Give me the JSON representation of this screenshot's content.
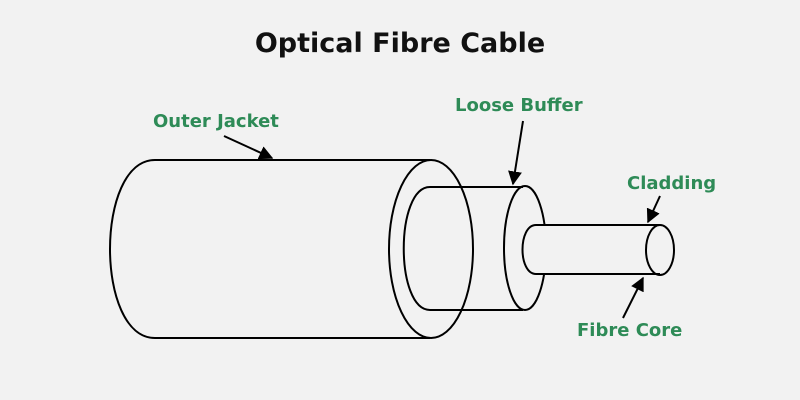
{
  "title": "Optical Fibre Cable",
  "colors": {
    "background": "#f2f2f2",
    "label": "#2e8b57",
    "outline": "#000000",
    "title": "#111111"
  },
  "labels": {
    "outer_jacket": "Outer Jacket",
    "loose_buffer": "Loose Buffer",
    "cladding": "Cladding",
    "fibre_core": "Fibre Core"
  }
}
